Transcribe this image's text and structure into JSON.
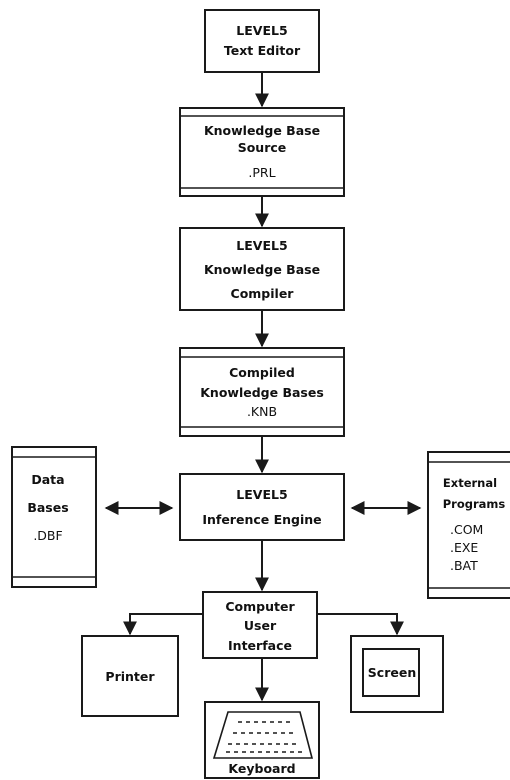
{
  "nodes": {
    "text_editor": {
      "line1": "LEVEL5",
      "line2": "Text Editor"
    },
    "kb_source": {
      "line1": "Knowledge Base",
      "line2": "Source",
      "line3": ".PRL"
    },
    "kb_compiler": {
      "line1": "LEVEL5",
      "line2": "Knowledge Base",
      "line3": "Compiler"
    },
    "compiled_kb": {
      "line1": "Compiled",
      "line2": "Knowledge Bases",
      "line3": ".KNB"
    },
    "databases": {
      "line1": "Data",
      "line2": "Bases",
      "line3": ".DBF"
    },
    "inference_engine": {
      "line1": "LEVEL5",
      "line2": "Inference Engine"
    },
    "external_programs": {
      "line1": "External",
      "line2": "Programs",
      "line3": ".COM",
      "line4": ".EXE",
      "line5": ".BAT"
    },
    "user_interface": {
      "line1": "Computer",
      "line2": "User",
      "line3": "Interface"
    },
    "printer": {
      "line1": "Printer"
    },
    "screen": {
      "line1": "Screen"
    },
    "keyboard": {
      "line1": "Keyboard"
    }
  }
}
